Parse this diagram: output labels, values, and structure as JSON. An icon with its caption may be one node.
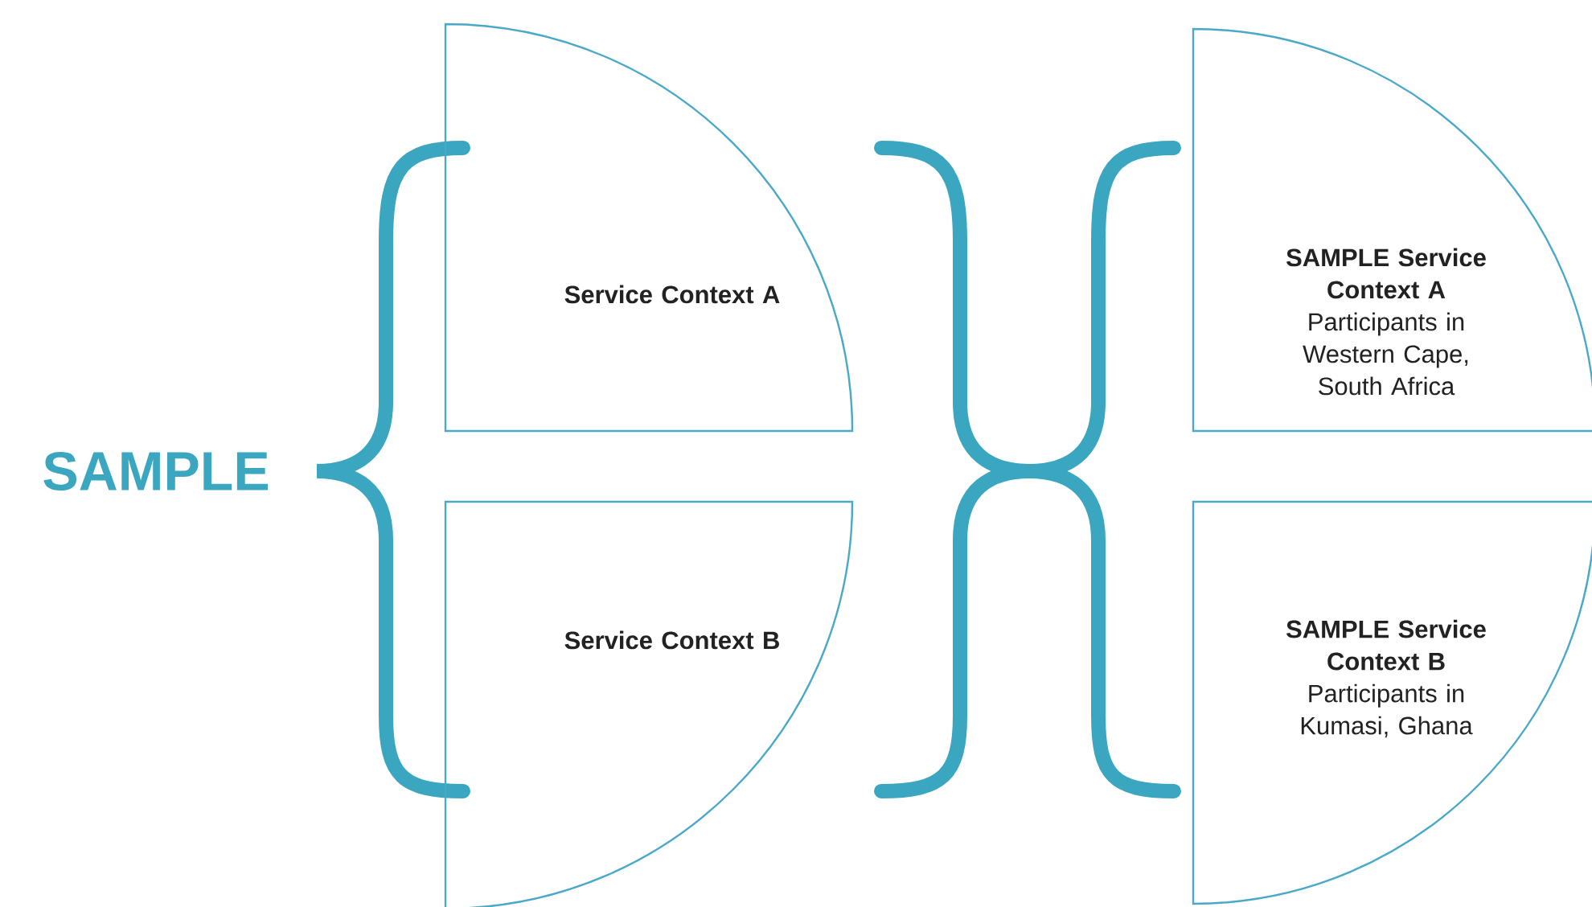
{
  "diagram": {
    "nodes": [
      {
        "text": [
          "SAMPLE"
        ]
      },
      {
        "text": [
          "Service Context A"
        ]
      },
      {
        "text": [
          "Service Context B"
        ]
      },
      {
        "text": [
          "SAMPLE Service Context A",
          "Participants in Western Cape, South Africa"
        ]
      },
      {
        "text": [
          "SAMPLE Service Context B",
          "Participants in Kumasi, Ghana"
        ]
      }
    ]
  }
}
